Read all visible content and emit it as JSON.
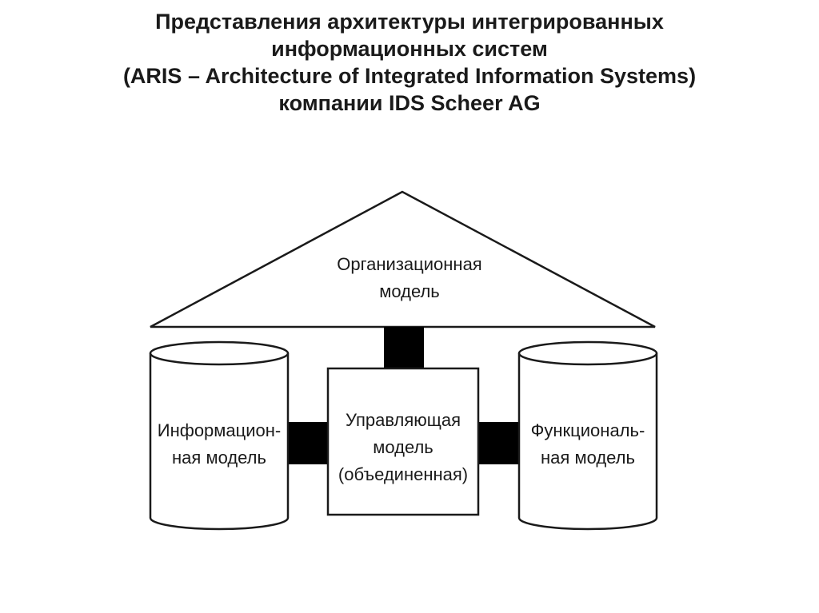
{
  "title": {
    "line1": "Представления архитектуры интегрированных",
    "line2": "информационных систем",
    "line3": "(ARIS – Architecture of Integrated Information Systems)",
    "line4": "компании IDS Scheer AG"
  },
  "diagram": {
    "organizational_model": {
      "line1": "Организационная",
      "line2": "модель"
    },
    "information_model": {
      "line1": "Информацион-",
      "line2": "ная модель"
    },
    "control_model": {
      "line1": "Управляющая",
      "line2": "модель",
      "line3": "(объединенная)"
    },
    "functional_model": {
      "line1": "Функциональ-",
      "line2": "ная модель"
    }
  },
  "colors": {
    "stroke": "#1a1a1a",
    "connector": "#000000",
    "background": "#ffffff"
  }
}
